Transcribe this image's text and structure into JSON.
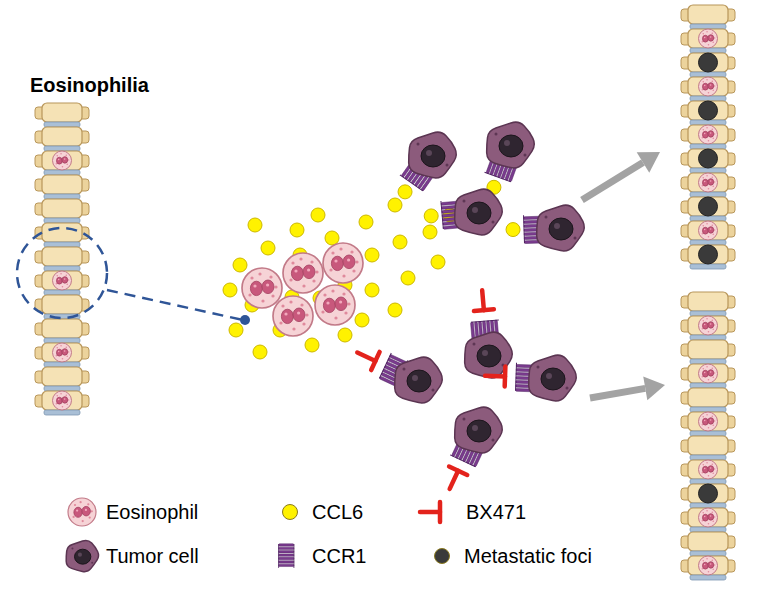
{
  "diagram": {
    "labels": [
      "Eosinophilia"
    ],
    "legend": [
      {
        "text": "Eosinophil"
      },
      {
        "text": "CCL6",
        "color": "#fff200"
      },
      {
        "text": "BX471"
      },
      {
        "text": "Tumor cell"
      },
      {
        "text": "CCR1"
      },
      {
        "text": "Metastatic foci",
        "color": "#3a3a3a"
      }
    ]
  }
}
